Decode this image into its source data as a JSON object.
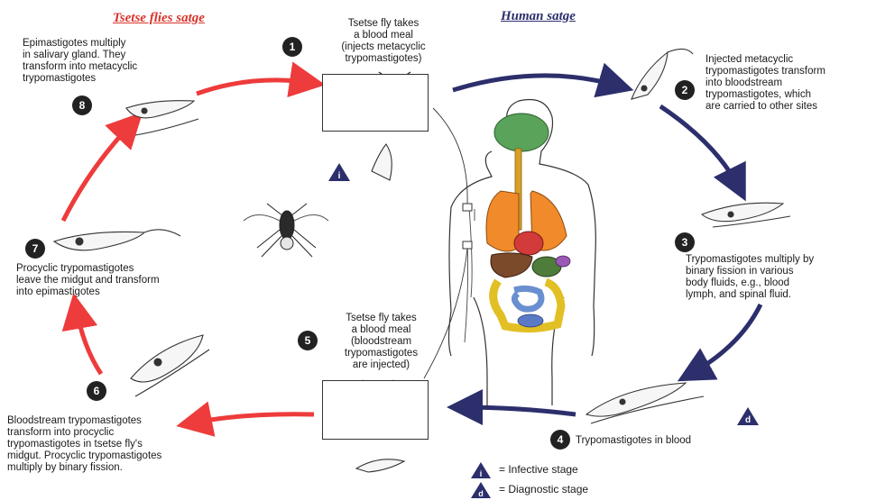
{
  "headers": {
    "tsetse": "Tsetse flies satge",
    "human": "Human satge"
  },
  "colors": {
    "tsetse_arrow": "#ee3b3b",
    "human_arrow": "#2c2f6b",
    "header_red": "#d9342b",
    "header_blue": "#2c2f6b"
  },
  "steps": [
    {
      "num": "1",
      "text": "Tsetse fly takes\na blood meal\n(injects metacyclic\ntrypomastigotes)"
    },
    {
      "num": "2",
      "text": "Injected metacyclic\ntrypomastigotes transform\ninto bloodstream\ntrypomastigotes, which\nare carried to other sites"
    },
    {
      "num": "3",
      "text": "Trypomastigotes multiply by\nbinary fission in various\nbody fluids, e.g., blood\nlymph, and spinal fluid."
    },
    {
      "num": "4",
      "text": "Trypomastigotes in blood"
    },
    {
      "num": "5",
      "text": "Tsetse fly takes\na blood meal\n(bloodstream\ntrypomastigotes\nare injected)"
    },
    {
      "num": "6",
      "text": "Bloodstream trypomastigotes\ntransform into procyclic\ntrypomastigotes in tsetse fly's\nmidgut. Procyclic trypomastigotes\nmultiply by binary fission."
    },
    {
      "num": "7",
      "text": "Procyclic trypomastigotes\nleave the midgut and transform\ninto epimastigotes"
    },
    {
      "num": "8",
      "text": "Epimastigotes multiply\nin salivary gland. They\ntransform into metacyclic\ntrypomastigotes"
    }
  ],
  "stage_marks": {
    "infective": "i",
    "diagnostic": "d"
  },
  "legend": {
    "infective": "= Infective stage",
    "diagnostic": "= Diagnostic stage"
  }
}
